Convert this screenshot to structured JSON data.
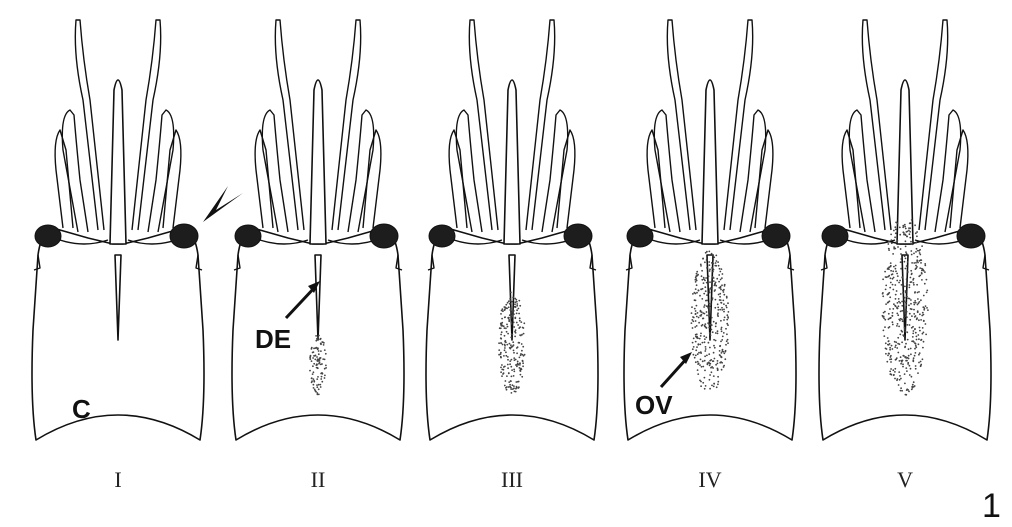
{
  "figure": {
    "panel_number": "1",
    "stages": [
      {
        "numeral": "I",
        "eye_left": "#1d1d1d",
        "eye_right": "#1d1d1d",
        "ovary_level": 0.0,
        "letter": "C"
      },
      {
        "numeral": "II",
        "eye_left": "#1d1d1d",
        "eye_right": "#1d1d1d",
        "ovary_level": 0.15,
        "letter": ""
      },
      {
        "numeral": "III",
        "eye_left": "#1d1d1d",
        "eye_right": "#1d1d1d",
        "ovary_level": 0.45,
        "letter": ""
      },
      {
        "numeral": "IV",
        "eye_left": "#1d1d1d",
        "eye_right": "#1d1d1d",
        "ovary_level": 0.75,
        "letter": ""
      },
      {
        "numeral": "V",
        "eye_left": "#1d1d1d",
        "eye_right": "#1d1d1d",
        "ovary_level": 1.0,
        "letter": ""
      }
    ],
    "labels": {
      "de": "DE",
      "ov": "OV",
      "c": "C"
    },
    "colors": {
      "ink": "#111111",
      "background": "#ffffff"
    }
  }
}
